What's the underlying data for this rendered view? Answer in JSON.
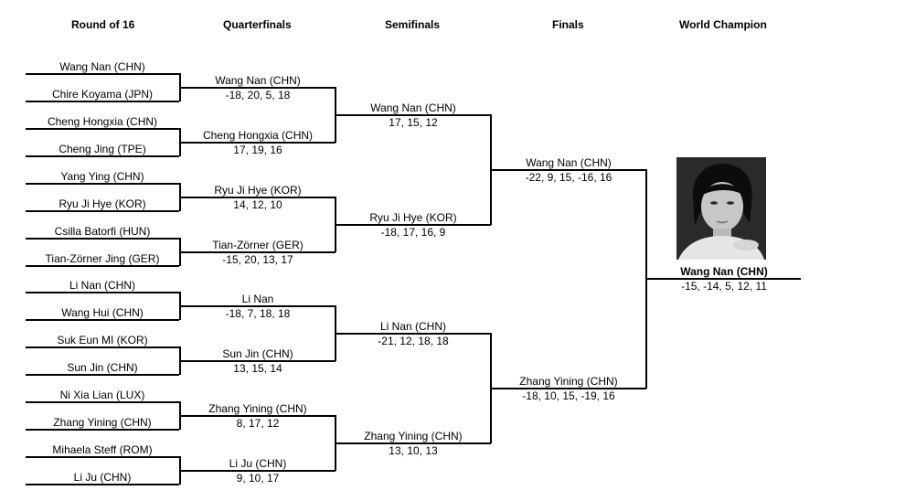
{
  "headers": {
    "r16": "Round of 16",
    "qf": "Quarterfinals",
    "sf": "Semifinals",
    "final": "Finals",
    "champion": "World Champion"
  },
  "r16": [
    "Wang Nan (CHN)",
    "Chire Koyama (JPN)",
    "Cheng Hongxia (CHN)",
    "Cheng Jing (TPE)",
    "Yang Ying (CHN)",
    "Ryu Ji Hye (KOR)",
    "Csilla Batorfi (HUN)",
    "Tian-Zörner Jing (GER)",
    "Li Nan (CHN)",
    "Wang Hui (CHN)",
    "Suk Eun MI (KOR)",
    "Sun Jin (CHN)",
    "Ni Xia Lian (LUX)",
    "Zhang Yining (CHN)",
    "Mihaela Steff (ROM)",
    "Li Ju (CHN)"
  ],
  "qf": [
    {
      "name": "Wang Nan (CHN)",
      "score": "-18, 20, 5, 18"
    },
    {
      "name": "Cheng Hongxia (CHN)",
      "score": "17, 19, 16"
    },
    {
      "name": "Ryu Ji Hye (KOR)",
      "score": "14, 12, 10"
    },
    {
      "name": "Tian-Zörner (GER)",
      "score": "-15, 20, 13, 17"
    },
    {
      "name": "Li Nan",
      "score": "-18, 7, 18, 18"
    },
    {
      "name": "Sun Jin (CHN)",
      "score": "13, 15, 14"
    },
    {
      "name": "Zhang Yining (CHN)",
      "score": "8, 17, 12"
    },
    {
      "name": "Li Ju (CHN)",
      "score": "9, 10, 17"
    }
  ],
  "sf": [
    {
      "name": "Wang Nan (CHN)",
      "score": "17, 15, 12"
    },
    {
      "name": "Ryu Ji Hye (KOR)",
      "score": "-18, 17, 16, 9"
    },
    {
      "name": "Li Nan (CHN)",
      "score": "-21, 12, 18, 18"
    },
    {
      "name": "Zhang Yining (CHN)",
      "score": "13, 10, 13"
    }
  ],
  "final": [
    {
      "name": "Wang Nan (CHN)",
      "score": "-22, 9, 15, -16, 16"
    },
    {
      "name": "Zhang Yining (CHN)",
      "score": "-18, 10, 15, -19, 16"
    }
  ],
  "champion": {
    "name": "Wang Nan (CHN)",
    "score": "-15, -14, 5, 12, 11"
  }
}
